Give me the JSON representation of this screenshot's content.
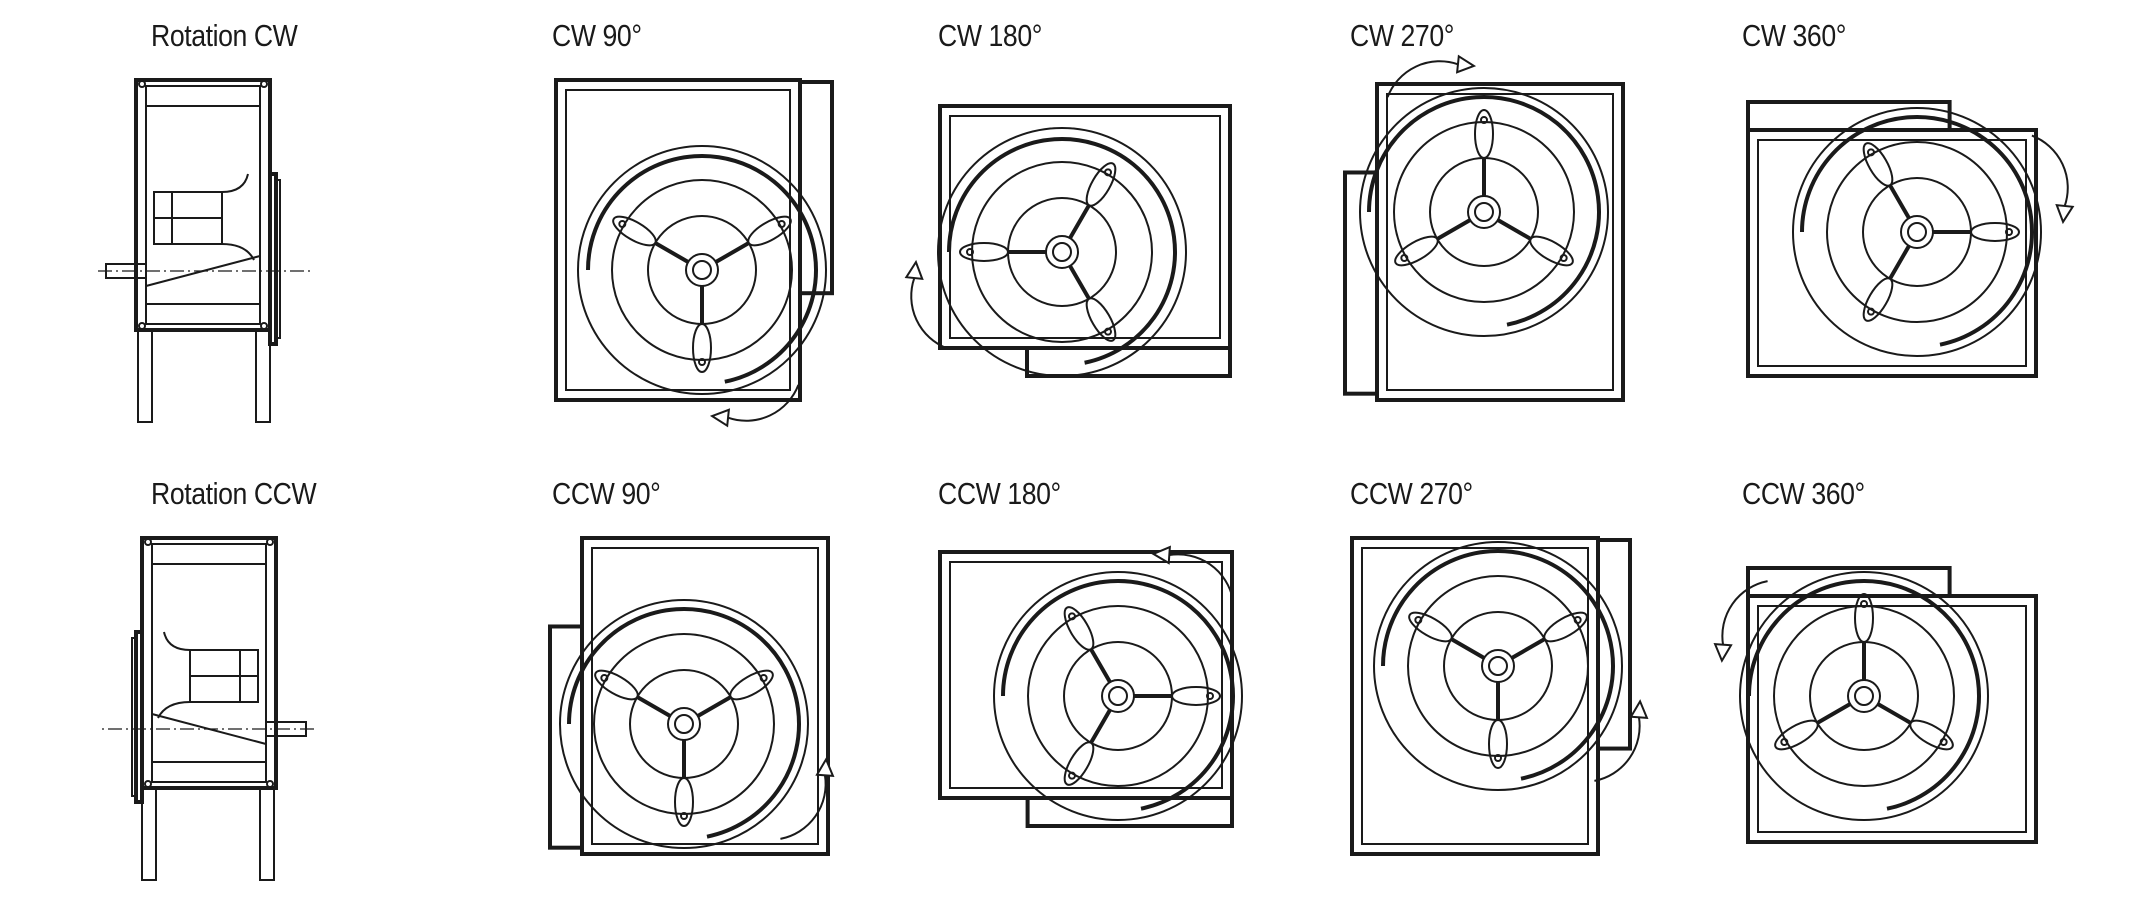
{
  "side_views": [
    {
      "label": "Rotation CW",
      "side": "right"
    },
    {
      "label": "Rotation CCW",
      "side": "left"
    }
  ],
  "positions": [
    {
      "label": "CW 90°",
      "direction": "cw",
      "outlet": "right"
    },
    {
      "label": "CW 180°",
      "direction": "cw",
      "outlet": "bottom"
    },
    {
      "label": "CW 270°",
      "direction": "cw",
      "outlet": "left"
    },
    {
      "label": "CW 360°",
      "direction": "cw",
      "outlet": "top"
    },
    {
      "label": "CCW 90°",
      "direction": "ccw",
      "outlet": "left"
    },
    {
      "label": "CCW 180°",
      "direction": "ccw",
      "outlet": "bottom"
    },
    {
      "label": "CCW 270°",
      "direction": "ccw",
      "outlet": "right"
    },
    {
      "label": "CCW 360°",
      "direction": "ccw",
      "outlet": "top"
    }
  ],
  "colors": {
    "line": "#1a1a1a",
    "background": "#ffffff"
  }
}
